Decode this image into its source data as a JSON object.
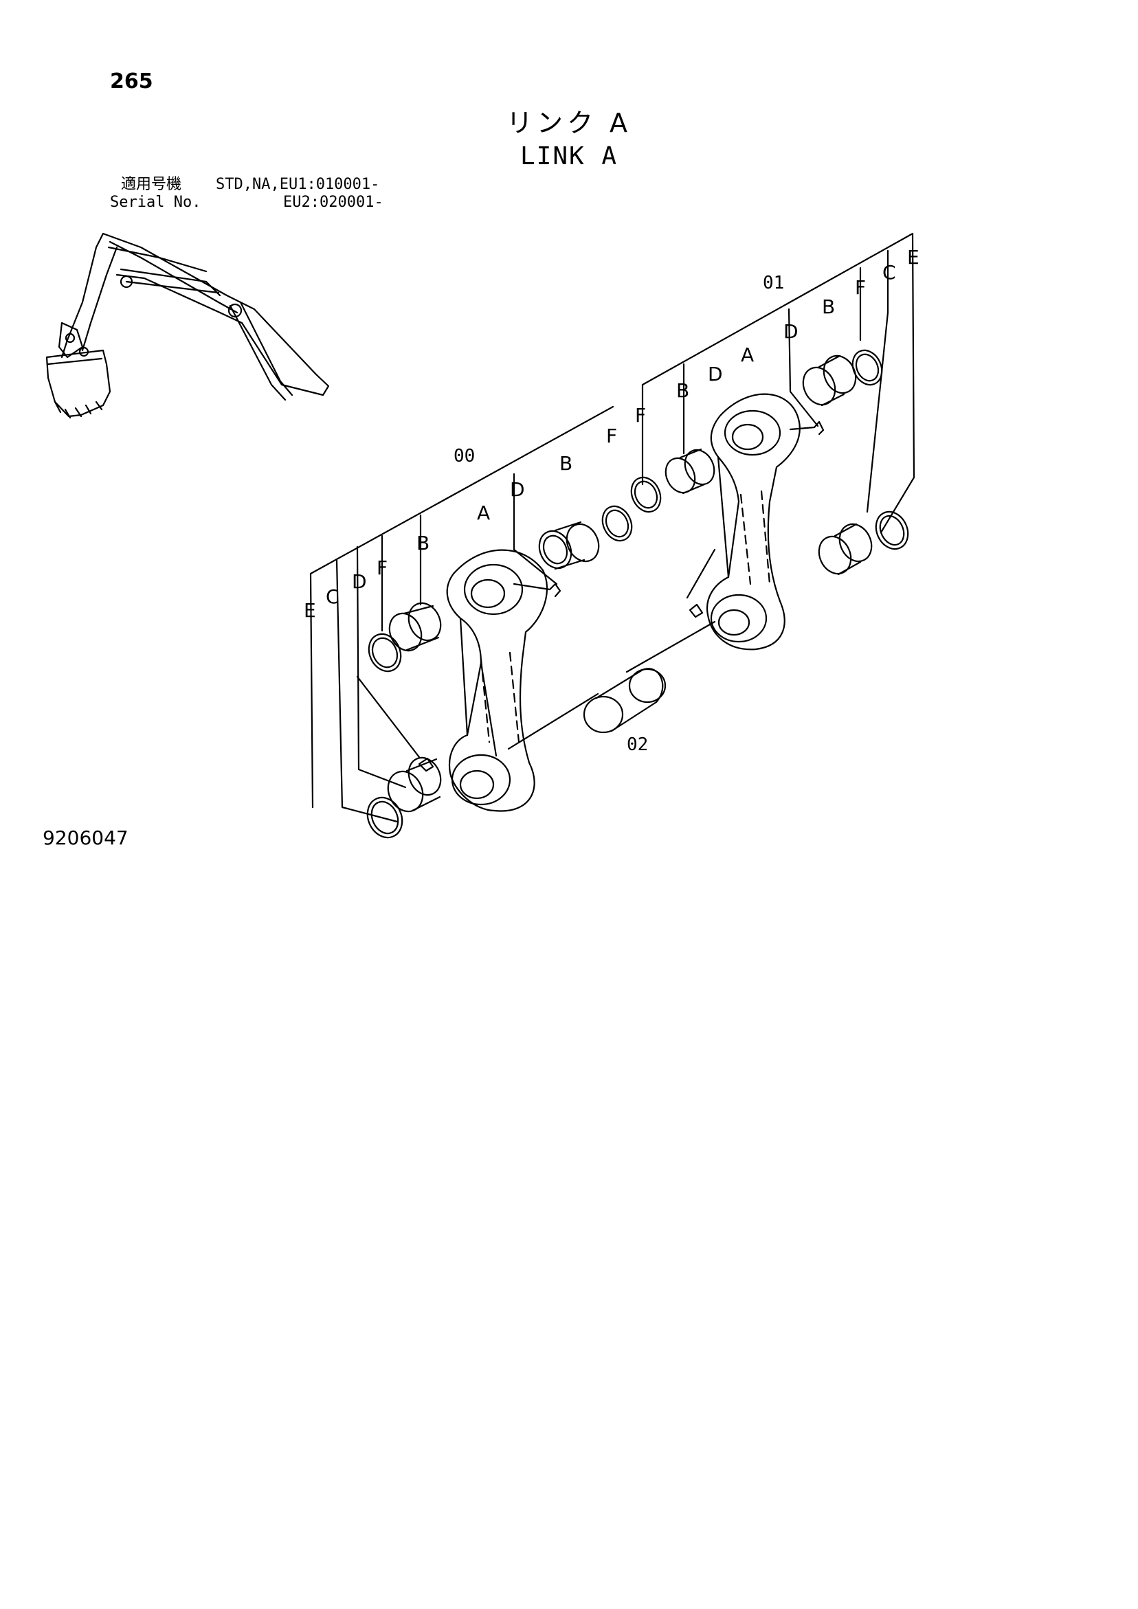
{
  "header": {
    "page_number": "265",
    "title_jp": "リンク A",
    "title_en": "LINK A"
  },
  "serial": {
    "jp_label": "適用号機",
    "en_label": "Serial No.",
    "line1_value": "STD,NA,EU1:010001-",
    "line2_value": "EU2:020001-"
  },
  "footer": {
    "drawing_number": "9206047"
  },
  "callouts": {
    "assembly_00": "00",
    "assembly_01": "01",
    "pin_02": "02",
    "left": {
      "A": "A",
      "B_top": "B",
      "F_top": "F",
      "D_top": "D",
      "B": "B",
      "F": "F",
      "D": "D",
      "C": "C",
      "E": "E"
    },
    "right": {
      "F": "F",
      "B": "B",
      "D": "D",
      "A": "A",
      "D_top": "D",
      "B_top": "B",
      "F_top": "F",
      "C": "C",
      "E": "E"
    }
  }
}
